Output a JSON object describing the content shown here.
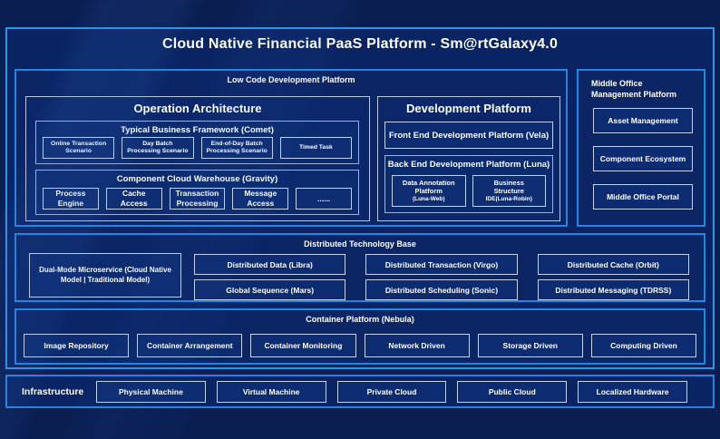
{
  "title": "Cloud Native Financial PaaS Platform - Sm@rtGalaxy4.0",
  "low_code": {
    "label": "Low Code Development Platform",
    "operation_architecture": {
      "title": "Operation Architecture",
      "comet": {
        "title": "Typical Business Framework (Comet)",
        "items": [
          "Online Transaction Scenario",
          "Day Batch Processing Scenario",
          "End-of-Day Batch Processing Scenario",
          "Timed Task"
        ]
      },
      "gravity": {
        "title": "Component Cloud Warehouse (Gravity)",
        "items": [
          "Process Engine",
          "Cache Access",
          "Transaction Processing",
          "Message Access",
          "......"
        ]
      }
    },
    "development_platform": {
      "title": "Development Platform",
      "front_end": "Front End Development Platform (Vela)",
      "back_end": {
        "title": "Back End Development Platform (Luna)",
        "items": [
          {
            "name": "Data Annotation Platform",
            "sub": "(Luna-Web)"
          },
          {
            "name": "Business Structure",
            "sub": "IDE(Luna-Robin)"
          }
        ]
      }
    }
  },
  "middle_office": {
    "label": "Middle Office Management Platform",
    "items": [
      "Asset Management",
      "Component Ecosystem",
      "Middle Office Portal"
    ]
  },
  "distributed": {
    "label": "Distributed Technology Base",
    "dual_mode": "Dual-Mode Microservice (Cloud Native Model | Traditional Model)",
    "items": [
      "Distributed Data (Libra)",
      "Distributed Transaction (Virgo)",
      "Distributed Cache (Orbit)",
      "Global Sequence (Mars)",
      "Distributed Scheduling (Sonic)",
      "Distributed Messaging (TDRSS)"
    ]
  },
  "container_platform": {
    "label": "Container Platform (Nebula)",
    "items": [
      "Image Repository",
      "Container Arrangement",
      "Container Monitoring",
      "Network Driven",
      "Storage Driven",
      "Computing Driven"
    ]
  },
  "infrastructure": {
    "label": "Infrastructure",
    "items": [
      "Physical Machine",
      "Virtual Machine",
      "Private Cloud",
      "Public Cloud",
      "Localized Hardware"
    ]
  },
  "colors": {
    "background": "#0a1e52",
    "panel_background": "#0a2463",
    "accent_border": "#1e88e5",
    "outer_border": "#2e96e8",
    "light_border": "#c7d3ea",
    "text": "#ffffff"
  }
}
